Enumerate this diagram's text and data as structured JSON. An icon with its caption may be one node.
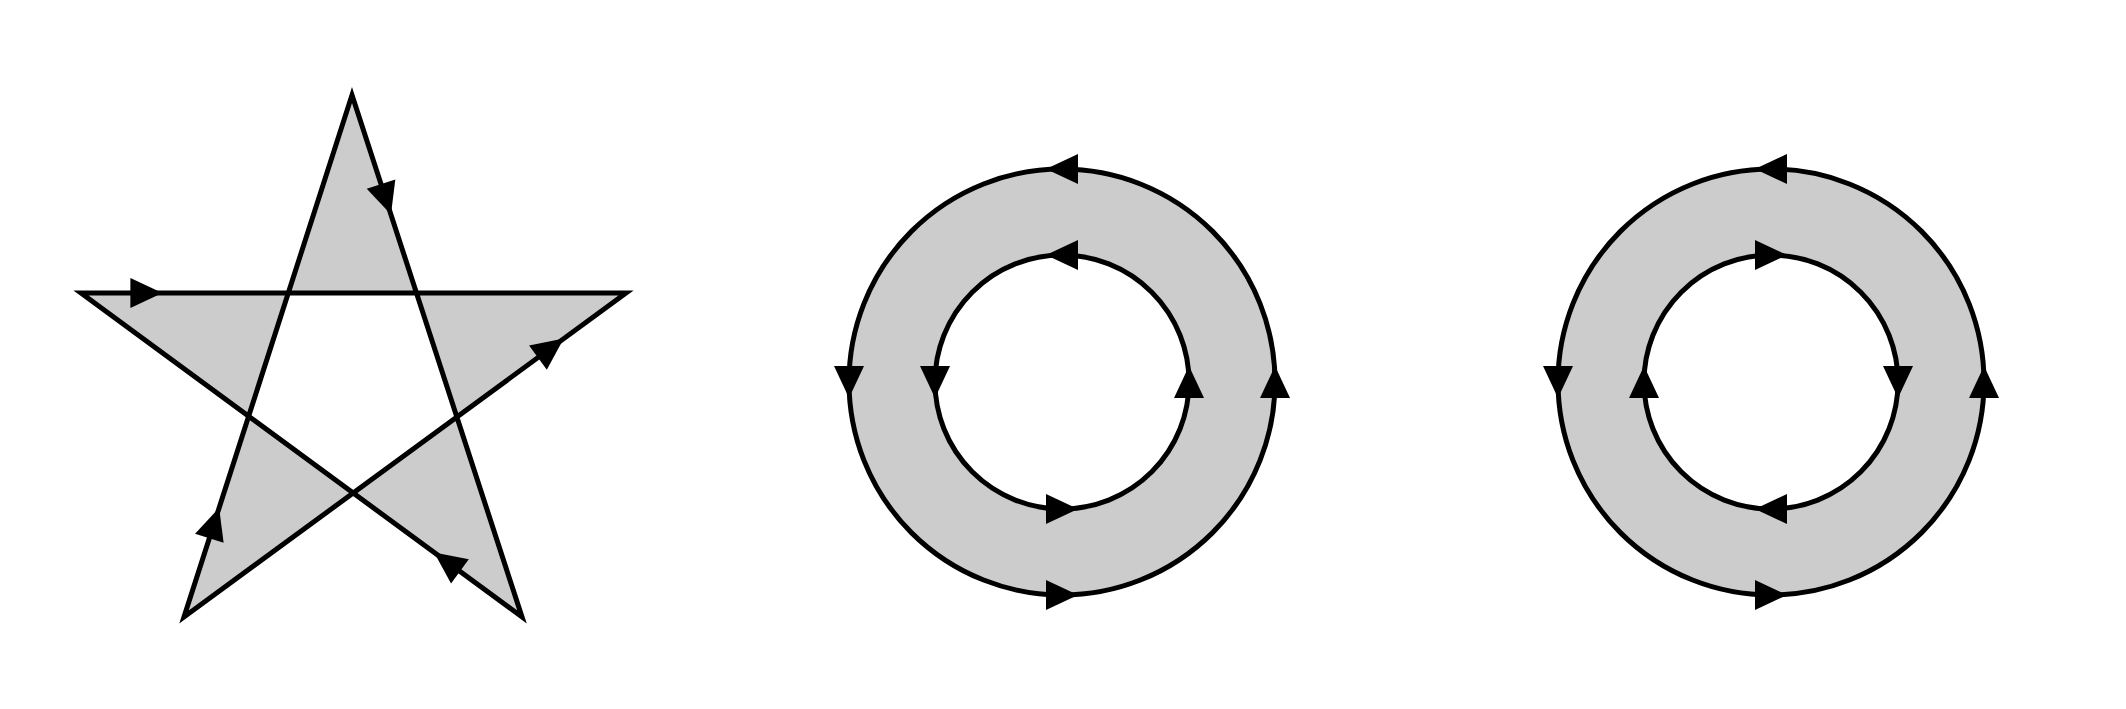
{
  "diagram": {
    "nodes": [
      {
        "text": [],
        "shape": "star"
      },
      {
        "text": [],
        "shape": "ring"
      },
      {
        "text": [],
        "shape": "ring"
      }
    ]
  }
}
